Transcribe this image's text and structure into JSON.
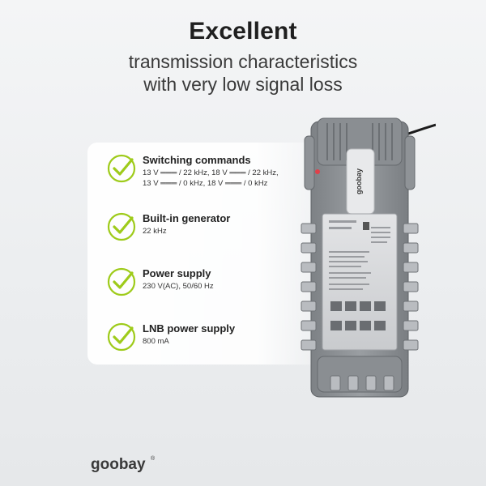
{
  "header": {
    "title": "Excellent",
    "subtitle_line1": "transmission characteristics",
    "subtitle_line2": "with very low signal loss"
  },
  "features": [
    {
      "title": "Switching commands",
      "desc_line1": "13 V ═══ / 22 kHz, 18 V ═══ / 22 kHz,",
      "desc_line2": "13 V ═══ / 0 kHz, 18 V ═══ / 0 kHz",
      "icon": "check-icon"
    },
    {
      "title": "Built-in generator",
      "desc_line1": "22 kHz",
      "icon": "check-icon"
    },
    {
      "title": "Power supply",
      "desc_line1": "230 V(AC), 50/60 Hz",
      "icon": "check-icon"
    },
    {
      "title": "LNB power supply",
      "desc_line1": "800 mA",
      "icon": "check-icon"
    }
  ],
  "device": {
    "logo_text": "goobay"
  },
  "brand": {
    "logo_text": "goobay",
    "registered": "®"
  },
  "colors": {
    "accent": "#9ecb1a",
    "text": "#2f2f2f",
    "device_body": "#8f9397",
    "device_plate": "#d5d7d9"
  }
}
